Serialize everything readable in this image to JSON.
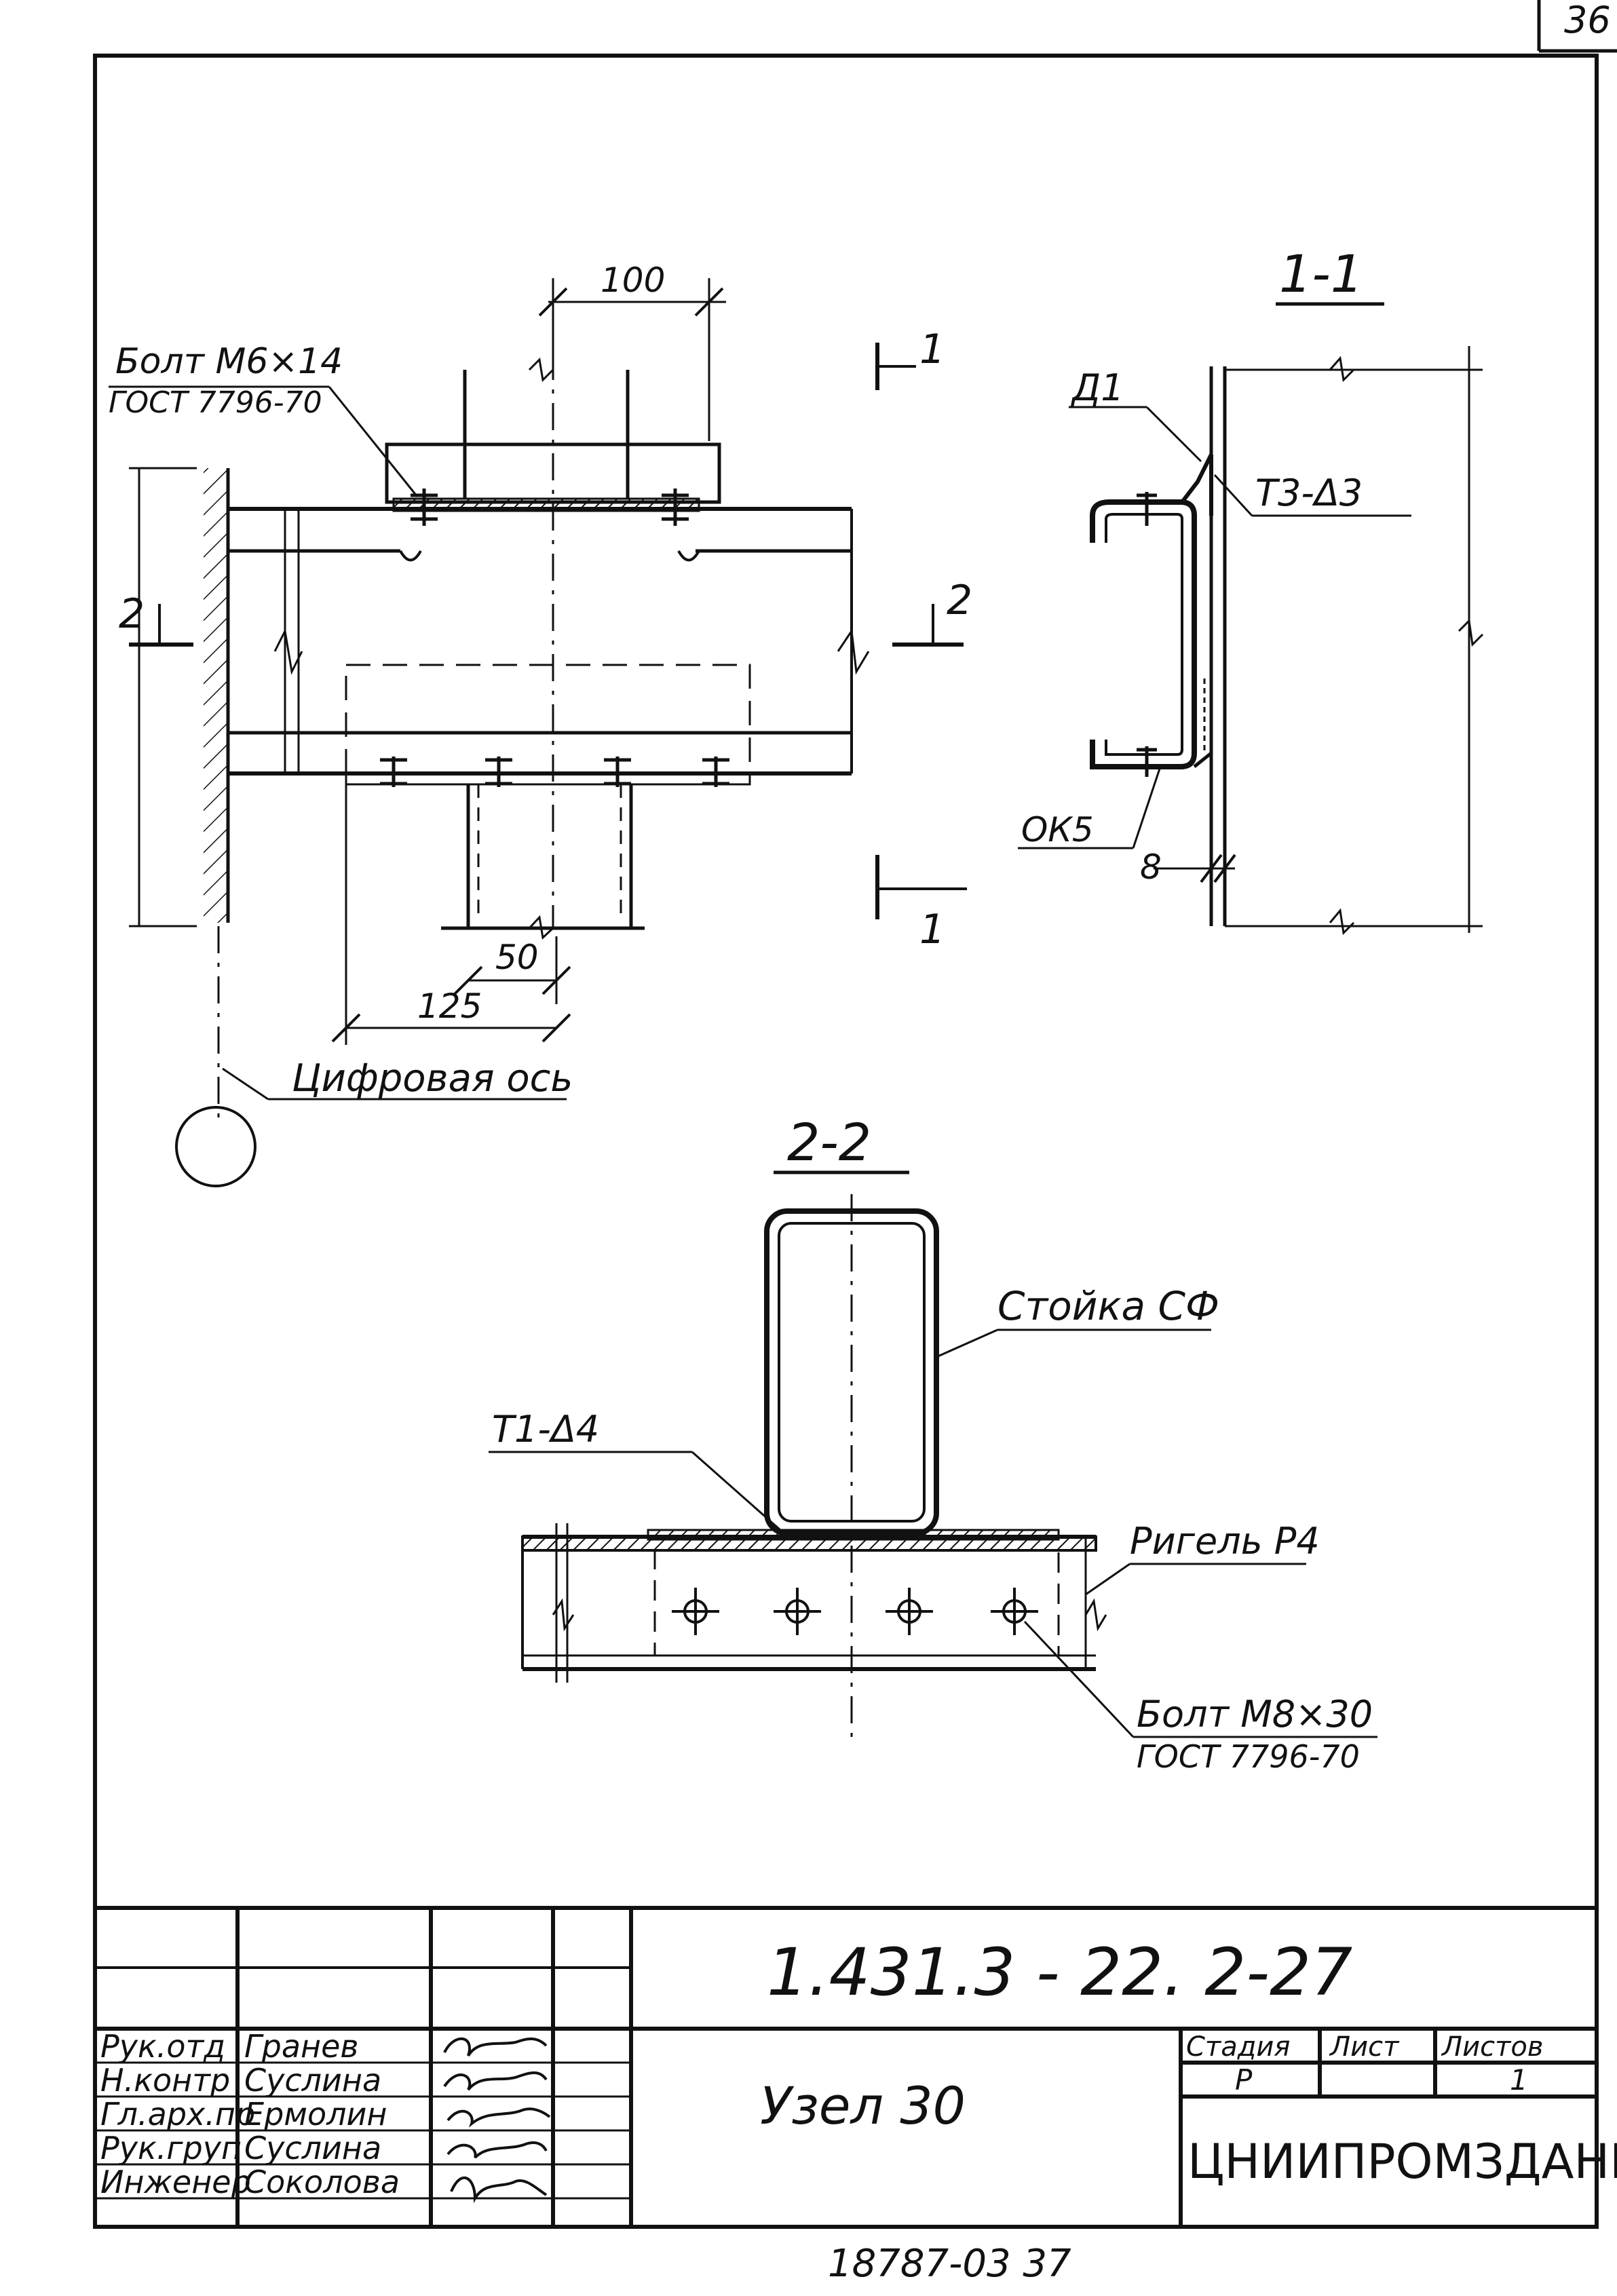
{
  "sheet": {
    "page_number": "36",
    "footer_number": "18787-03   37"
  },
  "node_view": {
    "bolt_note_line1": "Болт М6×14",
    "bolt_note_line2": "ГОСТ 7796-70",
    "dim_100": "100",
    "dim_50": "50",
    "dim_125": "125",
    "axis_note": "Цифровая ось",
    "section_1_top": "1",
    "section_1_bottom": "1",
    "section_2_left": "2",
    "section_2_right": "2"
  },
  "section_1_1": {
    "title": "1-1",
    "label_d1": "Д1",
    "weld_note": "Т3-Δ3",
    "label_ok5": "ОК5",
    "dim_8": "8"
  },
  "section_2_2": {
    "title": "2-2",
    "post_note": "Стойка СФ",
    "weld_note": "Т1-Δ4",
    "beam_note": "Ригель Р4",
    "bolt_note_line1": "Болт М8×30",
    "bolt_note_line2": "ГОСТ 7796-70"
  },
  "title_block": {
    "doc_code": "1.431.3 - 22. 2-27",
    "drawing_title": "Узел 30",
    "stage_header": "Стадия",
    "sheet_header": "Лист",
    "sheets_header": "Листов",
    "stage_value": "Р",
    "sheets_value": "1",
    "organization": "ЦНИИПРОМЗДАНИЙ",
    "roles": [
      {
        "role": "Рук.отд",
        "name": "Гранев"
      },
      {
        "role": "Н.контр",
        "name": "Суслина"
      },
      {
        "role": "Гл.арх.пр",
        "name": "Ермолин"
      },
      {
        "role": "Рук.груп",
        "name": "Суслина"
      },
      {
        "role": "Инженер",
        "name": "Соколова"
      }
    ]
  }
}
